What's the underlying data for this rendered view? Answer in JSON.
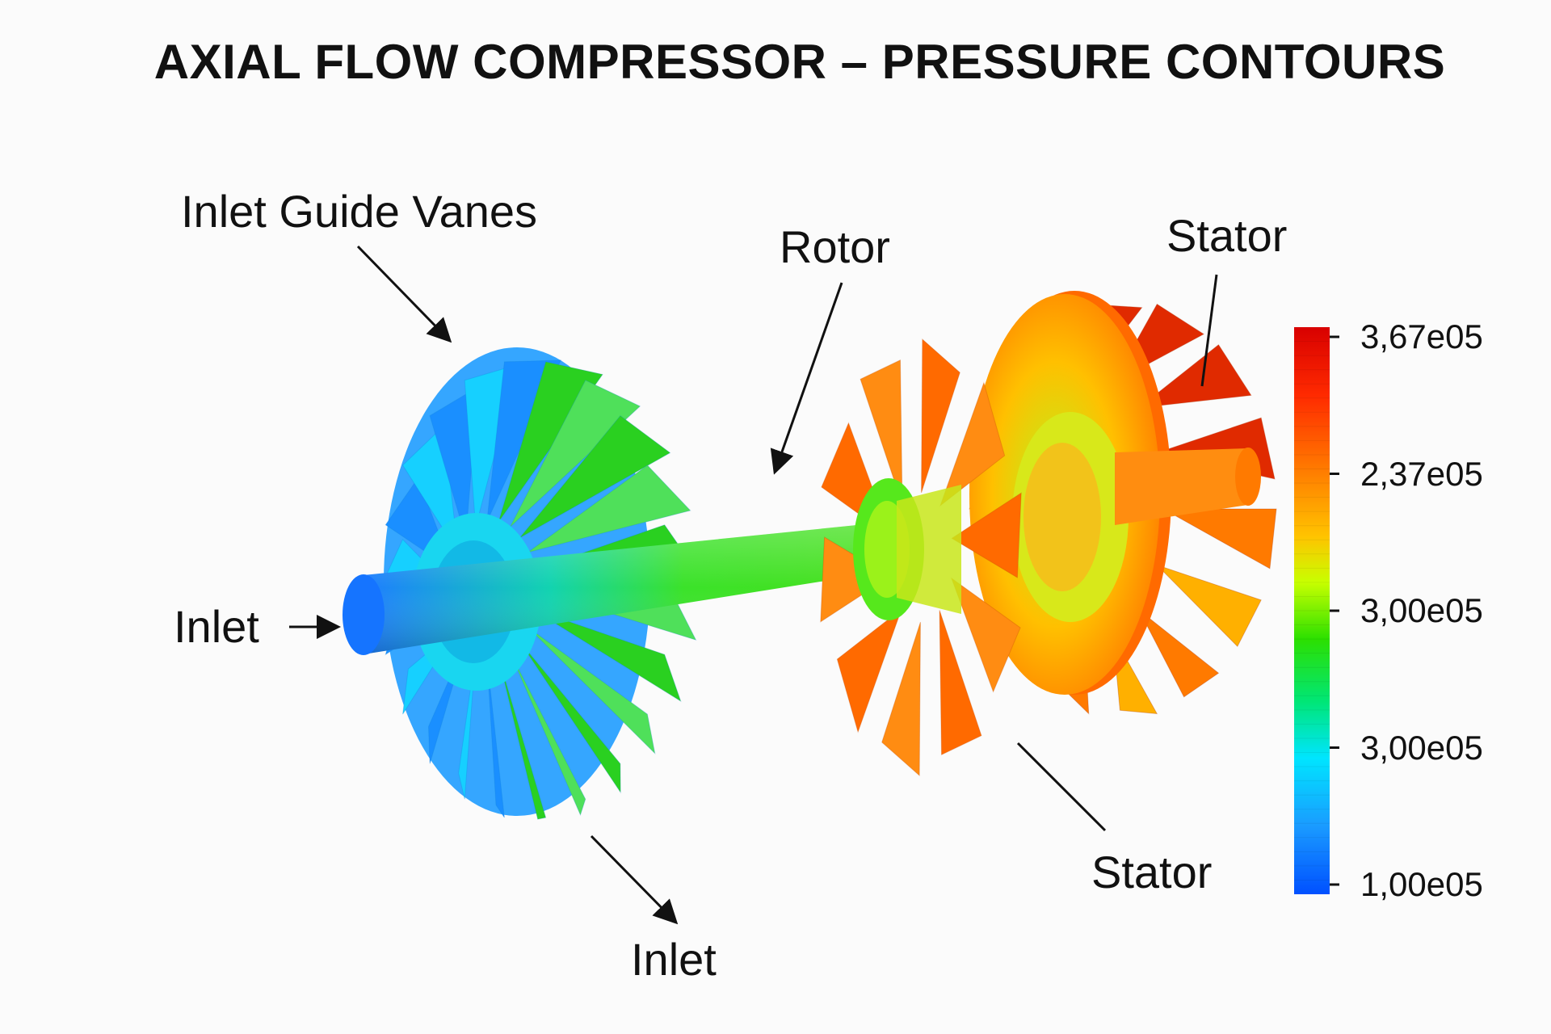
{
  "title": "AXIAL FLOW COMPRESSOR – PRESSURE CONTOURS",
  "labels": {
    "inlet_guide_vanes": "Inlet Guide Vanes",
    "rotor": "Rotor",
    "stator_top": "Stator",
    "stator_bottom": "Stator",
    "inlet_left": "Inlet",
    "inlet_bottom": "Inlet"
  },
  "colorbar": {
    "ticks": [
      "3,67e05",
      "2,37e05",
      "3,00e05",
      "3,00e05",
      "1,00e05"
    ],
    "colors_top_to_bottom": [
      "#d80000",
      "#ff3a00",
      "#ff8a00",
      "#ffd000",
      "#c8ff00",
      "#2ce000",
      "#00e676",
      "#00e5ff",
      "#1a9bff",
      "#0050ff"
    ]
  },
  "parts": {
    "inlet_guide_vanes": {
      "colors": [
        "#1a8fff",
        "#16d0ff",
        "#4fe05a",
        "#2ad020"
      ]
    },
    "shaft": {
      "colors": [
        "#1e7dff",
        "#12d38c",
        "#39e01c"
      ]
    },
    "rotor": {
      "colors": [
        "#ff6a00",
        "#ff8c12",
        "#5cf21a"
      ]
    },
    "stator": {
      "colors": [
        "#ff7a00",
        "#ffb000",
        "#aaf018",
        "#e02a00"
      ]
    }
  }
}
